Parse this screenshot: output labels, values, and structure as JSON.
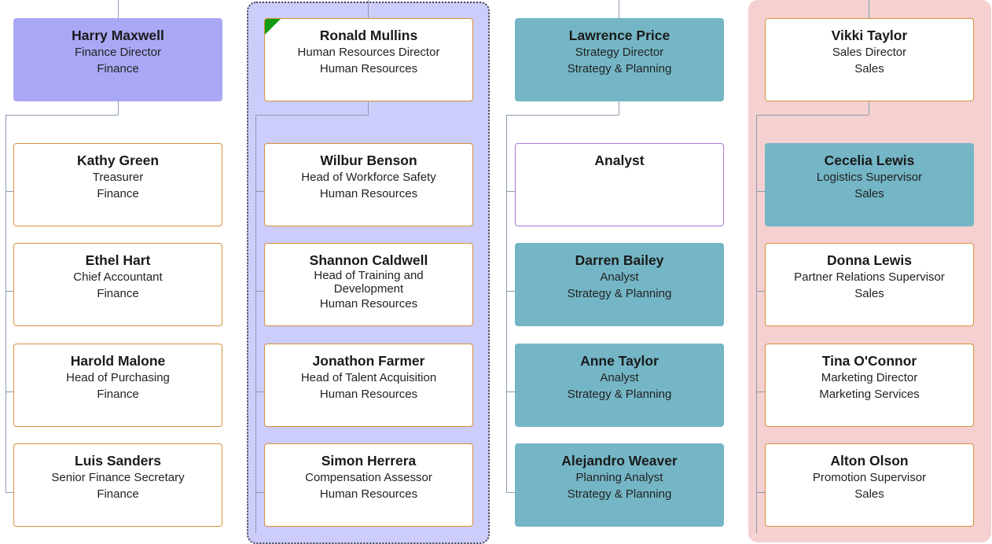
{
  "columns": [
    {
      "head": {
        "name": "Harry Maxwell",
        "title": "Finance Director",
        "dept": "Finance"
      },
      "members": [
        {
          "name": "Kathy Green",
          "title": "Treasurer",
          "dept": "Finance"
        },
        {
          "name": "Ethel Hart",
          "title": "Chief Accountant",
          "dept": "Finance"
        },
        {
          "name": "Harold Malone",
          "title": "Head of Purchasing",
          "dept": "Finance"
        },
        {
          "name": "Luis Sanders",
          "title": "Senior Finance Secretary",
          "dept": "Finance"
        }
      ]
    },
    {
      "head": {
        "name": "Ronald Mullins",
        "title": "Human Resources Director",
        "dept": "Human Resources"
      },
      "members": [
        {
          "name": "Wilbur Benson",
          "title": "Head of Workforce Safety",
          "dept": "Human Resources"
        },
        {
          "name": "Shannon Caldwell",
          "title_line1": "Head of Training and",
          "title_line2": "Development",
          "dept": "Human Resources"
        },
        {
          "name": "Jonathon Farmer",
          "title": "Head of Talent Acquisition",
          "dept": "Human Resources"
        },
        {
          "name": "Simon Herrera",
          "title": "Compensation Assessor",
          "dept": "Human Resources"
        }
      ]
    },
    {
      "head": {
        "name": "Lawrence Price",
        "title": "Strategy Director",
        "dept": "Strategy & Planning"
      },
      "members": [
        {
          "name": "Analyst"
        },
        {
          "name": "Darren Bailey",
          "title": "Analyst",
          "dept": "Strategy & Planning"
        },
        {
          "name": "Anne Taylor",
          "title": "Analyst",
          "dept": "Strategy & Planning"
        },
        {
          "name": "Alejandro Weaver",
          "title": "Planning Analyst",
          "dept": "Strategy & Planning"
        }
      ]
    },
    {
      "head": {
        "name": "Vikki Taylor",
        "title": "Sales Director",
        "dept": "Sales"
      },
      "members": [
        {
          "name": "Cecelia Lewis",
          "title": "Logistics Supervisor",
          "dept": "Sales"
        },
        {
          "name": "Donna Lewis",
          "title": "Partner Relations Supervisor",
          "dept": "Sales"
        },
        {
          "name": "Tina O'Connor",
          "title": "Marketing Director",
          "dept": "Marketing Services"
        },
        {
          "name": "Alton Olson",
          "title": "Promotion Supervisor",
          "dept": "Sales"
        }
      ]
    }
  ],
  "colors": {
    "card_border": "#d7913a",
    "finance_head_fill": "#aaa8f5",
    "teal_fill": "#74b6c6",
    "hr_group_fill": "#cdcdfb",
    "sales_group_fill": "#f5d0d0",
    "connector": "#8a9bb0",
    "selected_corner": "#119b15"
  }
}
